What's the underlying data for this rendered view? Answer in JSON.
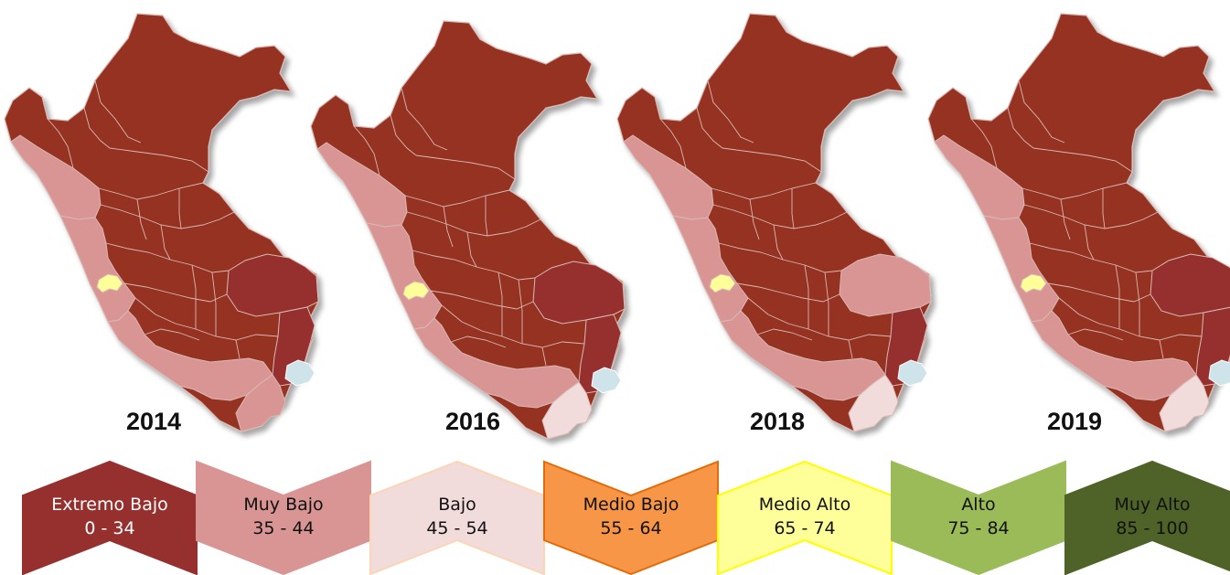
{
  "maps": [
    {
      "year": "2014",
      "levels": {
        "north_coast": "muy_bajo",
        "lima": "medio_alto",
        "central_coast": "muy_bajo",
        "south_coast": "muy_bajo",
        "tacna": "muy_bajo",
        "madre_de_dios": "extremo_bajo",
        "puno": "extremo_bajo"
      }
    },
    {
      "year": "2016",
      "levels": {
        "north_coast": "muy_bajo",
        "lima": "medio_alto",
        "central_coast": "muy_bajo",
        "south_coast": "muy_bajo",
        "tacna": "bajo",
        "madre_de_dios": "extremo_bajo",
        "puno": "extremo_bajo"
      }
    },
    {
      "year": "2018",
      "levels": {
        "north_coast": "muy_bajo",
        "lima": "medio_alto",
        "central_coast": "muy_bajo",
        "south_coast": "muy_bajo",
        "tacna": "bajo",
        "madre_de_dios": "muy_bajo",
        "puno": "extremo_bajo"
      }
    },
    {
      "year": "2019",
      "levels": {
        "north_coast": "muy_bajo",
        "lima": "medio_alto",
        "central_coast": "muy_bajo",
        "south_coast": "muy_bajo",
        "tacna": "bajo",
        "madre_de_dios": "extremo_bajo",
        "puno": "extremo_bajo"
      }
    }
  ],
  "legend": [
    {
      "id": "extremo_bajo",
      "label": "Extremo Bajo",
      "range": "0 - 34",
      "fill": "#96302f",
      "stroke": "#96302f",
      "text_color": "#ffffff"
    },
    {
      "id": "muy_bajo",
      "label": "Muy Bajo",
      "range": "35 - 44",
      "fill": "#d99594",
      "stroke": "#d99594",
      "text_color": "#111111"
    },
    {
      "id": "bajo",
      "label": "Bajo",
      "range": "45 - 54",
      "fill": "#f2dcdb",
      "stroke": "#fbd5b5",
      "text_color": "#111111"
    },
    {
      "id": "medio_bajo",
      "label": "Medio Bajo",
      "range": "55 - 64",
      "fill": "#f79646",
      "stroke": "#e36c09",
      "text_color": "#111111"
    },
    {
      "id": "medio_alto",
      "label": "Medio Alto",
      "range": "65 - 74",
      "fill": "#ffff99",
      "stroke": "#ffff00",
      "text_color": "#111111"
    },
    {
      "id": "alto",
      "label": "Alto",
      "range": "75 - 84",
      "fill": "#9bbb59",
      "stroke": "#9bbb59",
      "text_color": "#111111"
    },
    {
      "id": "muy_alto",
      "label": "Muy Alto",
      "range": "85 - 100",
      "fill": "#4f6228",
      "stroke": "#4f6228",
      "text_color": "#111111"
    }
  ],
  "colors": {
    "base_region": "#963224",
    "region_border": "#d9b9b3",
    "lake": "#cfe3ea"
  }
}
